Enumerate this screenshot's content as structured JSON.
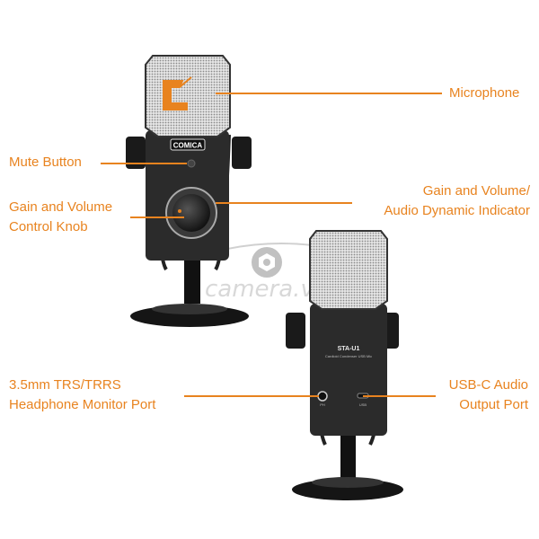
{
  "colors": {
    "accent": "#e8831f",
    "body": "#2b2b2b",
    "grille": "#c9c9c9"
  },
  "labels": {
    "microphone": "Microphone",
    "mute_button": "Mute Button",
    "gain_knob": [
      "Gain and Volume",
      "Control Knob"
    ],
    "gain_indicator": [
      "Gain and Volume/",
      "Audio Dynamic Indicator"
    ],
    "headphone_port": [
      "3.5mm TRS/TRRS",
      "Headphone Monitor Port"
    ],
    "usb_port": [
      "USB-C Audio",
      "Output Port"
    ]
  },
  "product": {
    "brand": "COMICA",
    "model": "STA-U1",
    "subtitle": "Cardioid Condenser USB Mic",
    "port_labels": [
      "PH",
      "USB"
    ]
  },
  "watermark": "camera.vn"
}
